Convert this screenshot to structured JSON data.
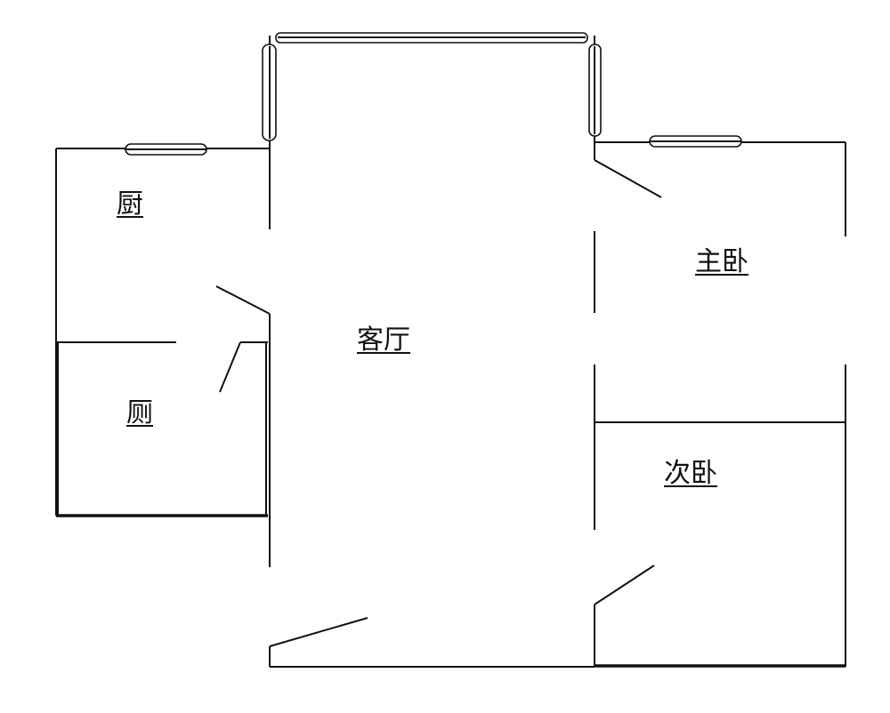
{
  "plan": {
    "rooms": [
      {
        "id": "kitchen",
        "label": "厨"
      },
      {
        "id": "living-room",
        "label": "客厅"
      },
      {
        "id": "master-bedroom",
        "label": "主卧"
      },
      {
        "id": "toilet",
        "label": "厕"
      },
      {
        "id": "second-bedroom",
        "label": "次卧"
      }
    ]
  }
}
